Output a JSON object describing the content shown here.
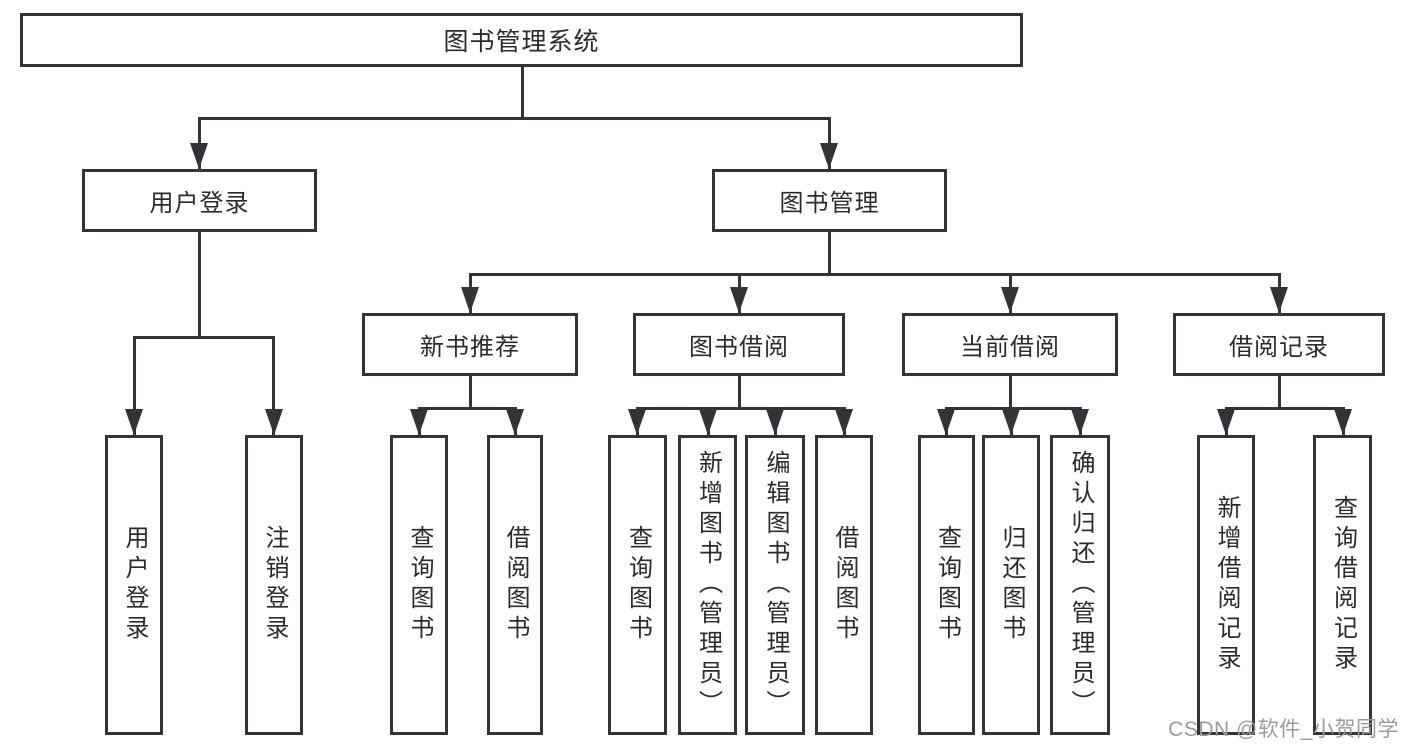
{
  "diagram": {
    "colors": {
      "line": "#333438",
      "text": "#2b2b2e",
      "watermark": "#9a9aa0",
      "background": "#ffffff"
    },
    "root": {
      "label": "图书管理系统"
    },
    "branches": [
      {
        "label": "用户登录",
        "children": [
          {
            "label": "用户登录"
          },
          {
            "label": "注销登录"
          }
        ]
      },
      {
        "label": "图书管理",
        "sections": [
          {
            "label": "新书推荐",
            "children": [
              {
                "label": "查询图书"
              },
              {
                "label": "借阅图书"
              }
            ]
          },
          {
            "label": "图书借阅",
            "children": [
              {
                "label": "查询图书"
              },
              {
                "label": "新增图书（管理员）"
              },
              {
                "label": "编辑图书（管理员）"
              },
              {
                "label": "借阅图书"
              }
            ]
          },
          {
            "label": "当前借阅",
            "children": [
              {
                "label": "查询图书"
              },
              {
                "label": "归还图书"
              },
              {
                "label": "确认归还（管理员）"
              }
            ]
          },
          {
            "label": "借阅记录",
            "children": [
              {
                "label": "新增借阅记录"
              },
              {
                "label": "查询借阅记录"
              }
            ]
          }
        ]
      }
    ],
    "watermark": "CSDN @软件_小贺同学"
  }
}
